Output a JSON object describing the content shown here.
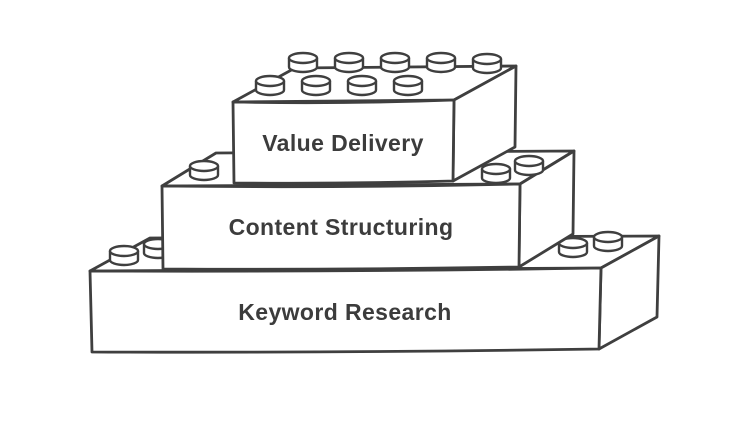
{
  "diagram": {
    "type": "stacked-brick-pyramid",
    "levels": [
      {
        "position": "bottom",
        "order": 1,
        "label": "Keyword Research"
      },
      {
        "position": "middle",
        "order": 2,
        "label": "Content Structuring"
      },
      {
        "position": "top",
        "order": 3,
        "label": "Value Delivery"
      }
    ],
    "colors": {
      "outline": "#3f3f3f",
      "fill": "#ffffff",
      "text": "#3c3c3c",
      "background": "#ffffff"
    }
  }
}
